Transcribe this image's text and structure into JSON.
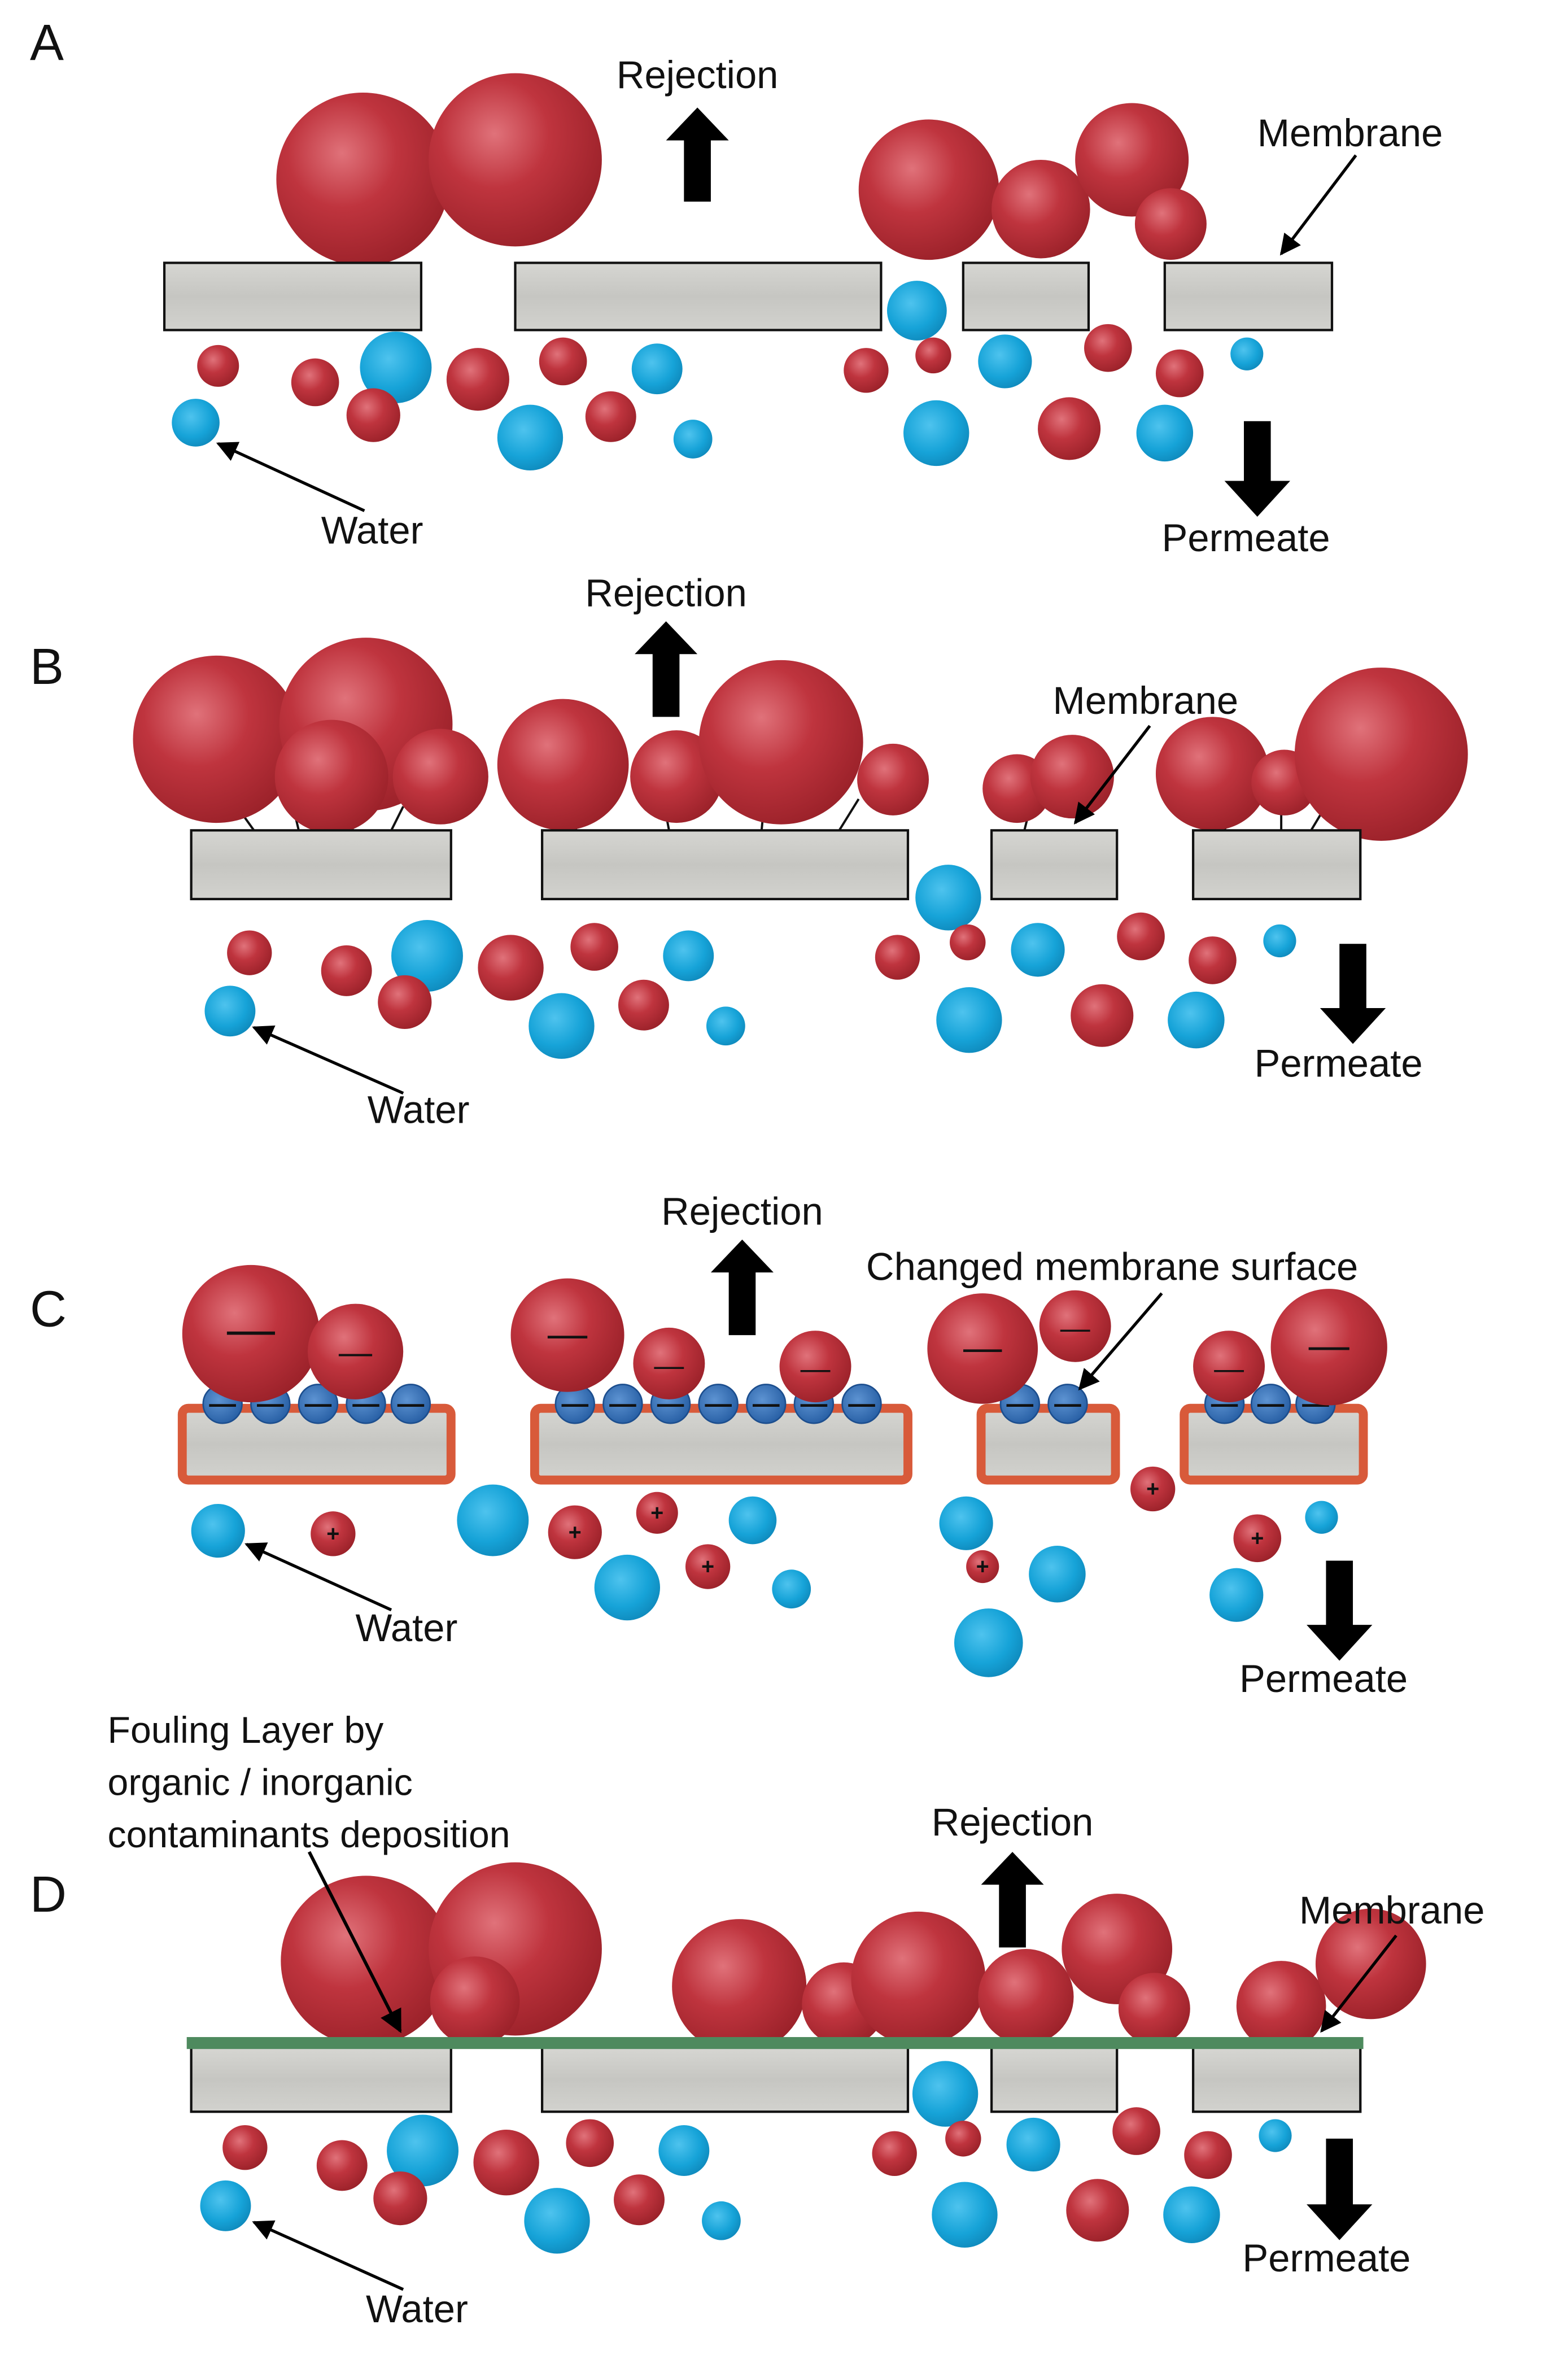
{
  "panels": [
    {
      "letter": "A",
      "rejection_label": "Rejection",
      "membrane_label": "Membrane",
      "water_label": "Water",
      "permeate_label": "Permeate"
    },
    {
      "letter": "B",
      "rejection_label": "Rejection",
      "membrane_label": "Membrane",
      "water_label": "Water",
      "permeate_label": "Permeate"
    },
    {
      "letter": "C",
      "rejection_label": "Rejection",
      "membrane_label": "Changed membrane surface",
      "water_label": "Water",
      "permeate_label": "Permeate",
      "negative_sign": "—",
      "positive_sign": "+"
    },
    {
      "letter": "D",
      "rejection_label": "Rejection",
      "membrane_label": "Membrane",
      "water_label": "Water",
      "permeate_label": "Permeate",
      "fouling_label_lines": [
        "Fouling Layer by",
        "organic / inorganic",
        "contaminants deposition"
      ]
    }
  ],
  "colors": {
    "contaminant": "#b8323c",
    "water": "#1aa6d8",
    "membrane_fill": "#cfcfcb",
    "membrane_stroke": "#111111",
    "changed_surface_outline": "#d85a3a",
    "surface_charge": "#2e6cb5",
    "fouling_layer": "#4e8a5e",
    "arrow": "#000000"
  },
  "icons": {
    "rejection": "arrow-up-icon",
    "permeate": "arrow-down-icon",
    "pointer": "pointer-arrow-icon"
  }
}
